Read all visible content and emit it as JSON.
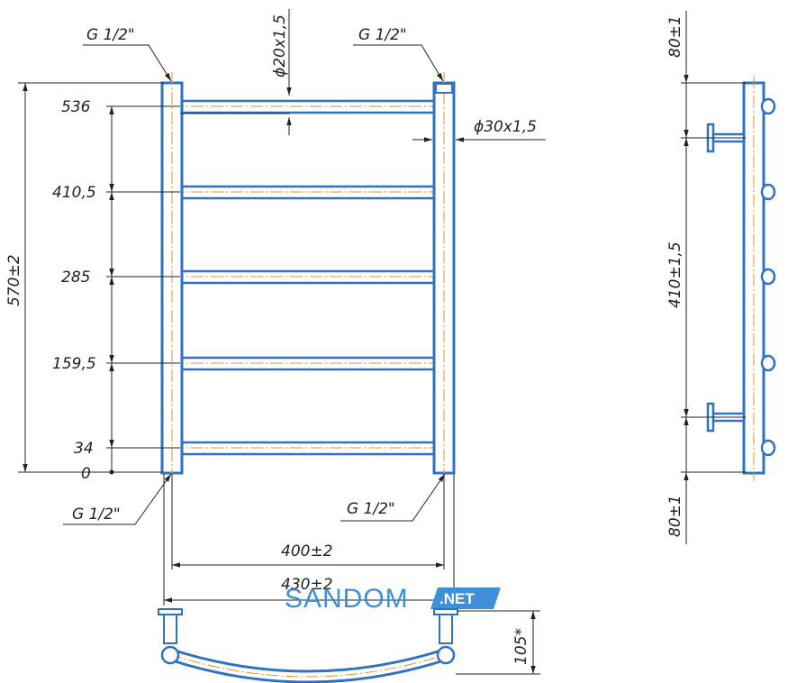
{
  "colors": {
    "pipe_stroke": "#2e73c2",
    "pipe_fill": "#ffffff",
    "center_line": "#e8902c",
    "dim_line": "#222222",
    "watermark_blue": "#3d8fd6"
  },
  "labels": {
    "fitting_top_left": "G 1/2\"",
    "fitting_top_right": "G 1/2\"",
    "fitting_bottom_left": "G 1/2\"",
    "fitting_bottom_right": "G 1/2\"",
    "rung_diameter": "ϕ20x1,5",
    "upright_diameter": "ϕ30x1,5",
    "total_height": "570±2",
    "center_width": "400±2",
    "total_width": "430±2",
    "depth": "105*",
    "side_top_offset": "80±1",
    "side_middle": "410±1,5",
    "side_bottom_offset": "80±1"
  },
  "rung_heights": [
    "536",
    "410,5",
    "285",
    "159,5",
    "34",
    "0"
  ],
  "watermark": {
    "text": "SANDOM",
    "suffix": ".NET"
  }
}
